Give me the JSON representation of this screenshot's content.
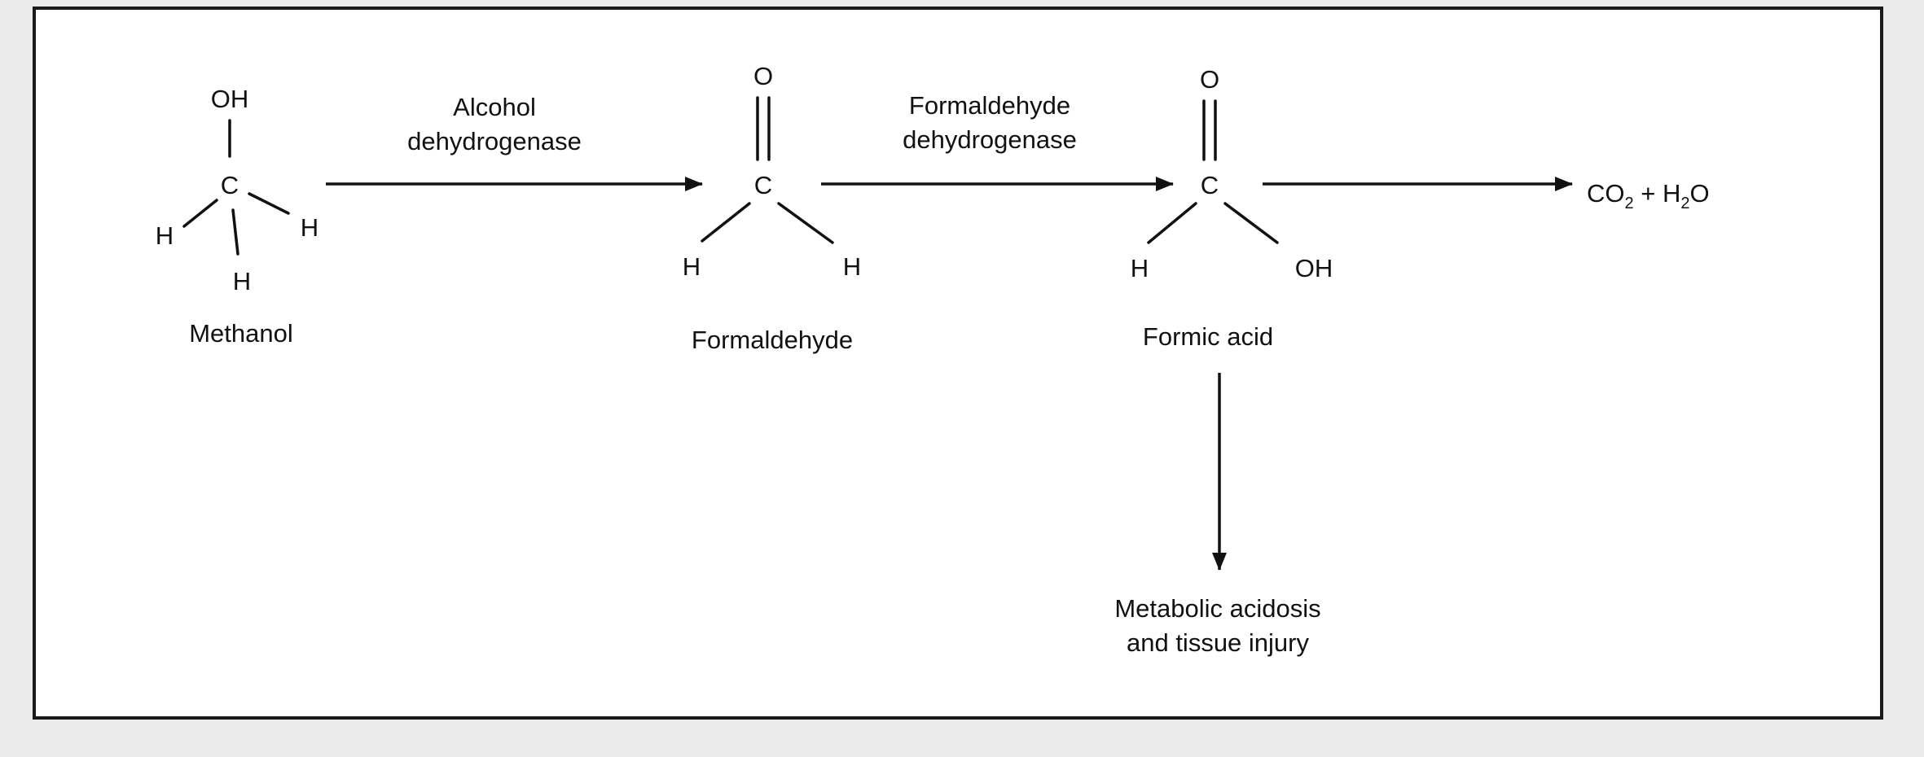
{
  "colors": {
    "ink": "#111111",
    "frame": "#1a1a1a",
    "background": "#ebebeb",
    "panel": "#ffffff"
  },
  "molecules": {
    "methanol": {
      "name": "Methanol",
      "oh": "OH",
      "c": "C",
      "h1": "H",
      "h2": "H",
      "h3": "H"
    },
    "formaldehyde": {
      "name": "Formaldehyde",
      "o": "O",
      "c": "C",
      "h1": "H",
      "h2": "H"
    },
    "formic_acid": {
      "name": "Formic acid",
      "o": "O",
      "c": "C",
      "h": "H",
      "oh": "OH"
    }
  },
  "enzymes": {
    "alcohol_dehydrogenase": [
      "Alcohol",
      "dehydrogenase"
    ],
    "formaldehyde_dehydrogenase": [
      "Formaldehyde",
      "dehydrogenase"
    ]
  },
  "products": {
    "co": "CO",
    "co_sub": "2",
    "plus": " + ",
    "h": "H",
    "h_sub": "2",
    "o": "O"
  },
  "outcome": [
    "Metabolic acidosis",
    "and tissue injury"
  ]
}
